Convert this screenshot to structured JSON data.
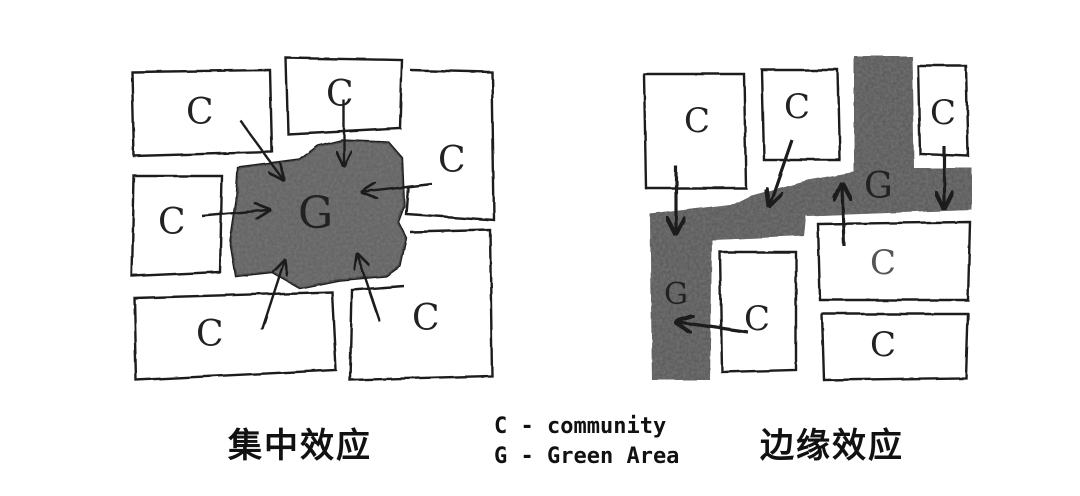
{
  "left_diagram": {
    "caption": "集中效应",
    "community_label": "C",
    "green_label": "G"
  },
  "right_diagram": {
    "caption": "边缘效应",
    "community_label": "C",
    "green_label": "G"
  },
  "legend": {
    "community": "C - community",
    "green": "G - Green Area"
  },
  "colors": {
    "ink": "#1f1f1f",
    "green_area_fill": "#4a4a4a"
  }
}
